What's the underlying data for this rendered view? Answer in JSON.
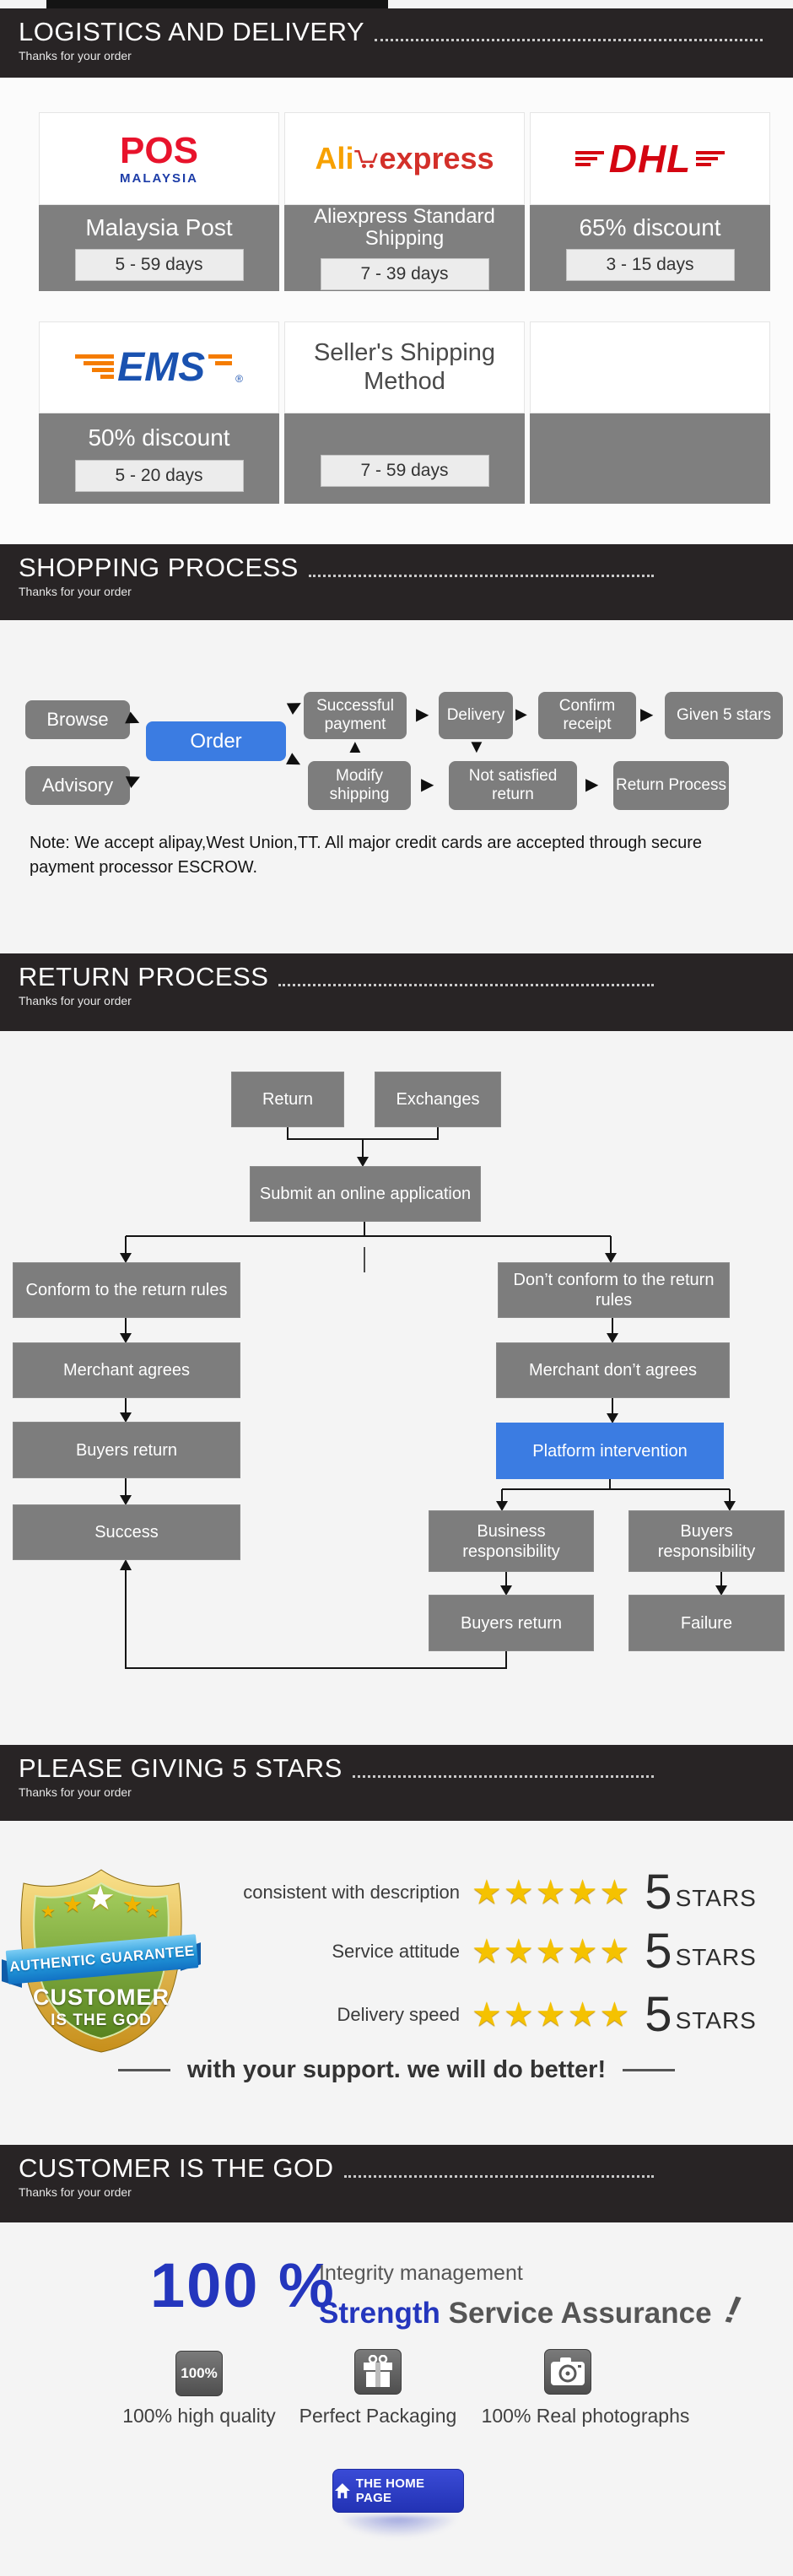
{
  "icons": {
    "star": "★",
    "arrow_right": "▶",
    "arrow_up": "▲",
    "arrow_down": "▼"
  },
  "logistics": {
    "title": "LOGISTICS AND DELIVERY",
    "subtitle": "Thanks for your order",
    "cards": [
      {
        "carrier": "POS Malaysia",
        "logo_top": "POS",
        "logo_bottom": "MALAYSIA",
        "service": "Malaysia Post",
        "days": "5 - 59 days"
      },
      {
        "carrier": "AliExpress",
        "logo_left": "Ali",
        "logo_right": "express",
        "service": "Aliexpress Standard Shipping",
        "days": "7 - 39 days"
      },
      {
        "carrier": "DHL",
        "logo": "DHL",
        "service": "65% discount",
        "days": "3 - 15 days"
      },
      {
        "carrier": "EMS",
        "logo": "EMS",
        "reg": "®",
        "service": "50% discount",
        "days": "5 - 20 days"
      },
      {
        "carrier": "Seller's Shipping Method",
        "days": "7 - 59 days"
      },
      {
        "carrier": ""
      }
    ]
  },
  "shopping": {
    "title": "SHOPPING PROCESS",
    "subtitle": "Thanks for your order",
    "nodes": {
      "browse": "Browse",
      "advisory": "Advisory",
      "order": "Order",
      "successful_payment": "Successful payment",
      "delivery": "Delivery",
      "confirm_receipt": "Confirm receipt",
      "given_5_stars": "Given 5 stars",
      "modify_shipping": "Modify shipping",
      "not_satisfied_return": "Not satisfied return",
      "return_process": "Return Process"
    },
    "note": "Note: We accept alipay,West Union,TT. All major credit cards are accepted through secure payment processor ESCROW."
  },
  "returns": {
    "title": "RETURN PROCESS",
    "subtitle": "Thanks for your order",
    "nodes": {
      "return": "Return",
      "exchanges": "Exchanges",
      "submit": "Submit an online application",
      "conform": "Conform to the return rules",
      "dont_conform": "Don’t conform to the return rules",
      "merchant_agrees": "Merchant agrees",
      "merchant_dont_agrees": "Merchant don’t agrees",
      "buyers_return": "Buyers return",
      "platform": "Platform intervention",
      "success": "Success",
      "business_responsibility": "Business responsibility",
      "buyers_responsibility": "Buyers responsibility",
      "buyers_return_2": "Buyers return",
      "failure": "Failure"
    }
  },
  "stars_section": {
    "title": "PLEASE GIVING 5 STARS",
    "subtitle": "Thanks for your order",
    "badge": {
      "ribbon": "AUTHENTIC GUARANTEE",
      "line1": "CUSTOMER",
      "line2": "IS THE GOD"
    },
    "rows": [
      {
        "label": "consistent with description",
        "stars": "★★★★★",
        "score": "5",
        "score_suffix": "STARS"
      },
      {
        "label": "Service attitude",
        "stars": "★★★★★",
        "score": "5",
        "score_suffix": "STARS"
      },
      {
        "label": "Delivery speed",
        "stars": "★★★★★",
        "score": "5",
        "score_suffix": "STARS"
      }
    ],
    "support_line": "with your support. we will do better!"
  },
  "customer_section": {
    "title": "CUSTOMER IS THE GOD",
    "subtitle": "Thanks for your order",
    "percent": "100 %",
    "line1": "Integrity management",
    "line2_strong": "Strength",
    "line2_rest": "Service Assurance",
    "bang": "!",
    "features": [
      {
        "icon_text": "100%",
        "label": "100% high quality"
      },
      {
        "label": "Perfect Packaging"
      },
      {
        "label": "100% Real photographs"
      }
    ],
    "home_button": "THE HOME PAGE"
  }
}
